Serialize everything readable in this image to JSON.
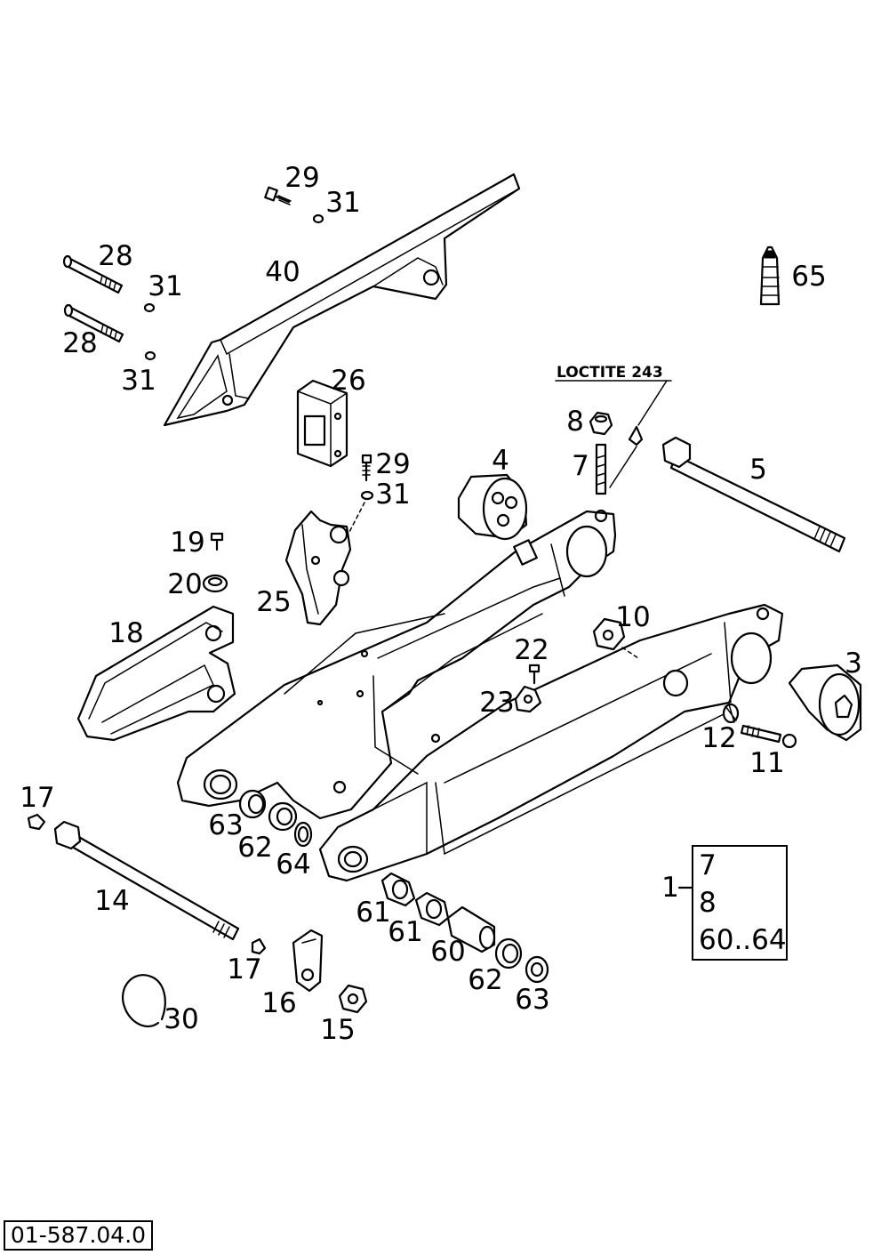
{
  "drawing_code": "01-587.04.0",
  "note_loctite": "LOCTITE 243",
  "kit": {
    "number": "1",
    "contents": [
      "7",
      "8",
      "60..64"
    ]
  },
  "labels": {
    "p29a": "29",
    "p31a": "31",
    "p40": "40",
    "p28a": "28",
    "p31b": "31",
    "p28b": "28",
    "p31c": "31",
    "p65": "65",
    "p26": "26",
    "p8": "8",
    "p7": "7",
    "p5": "5",
    "p4": "4",
    "p29b": "29",
    "p31d": "31",
    "p19": "19",
    "p20": "20",
    "p25": "25",
    "p18": "18",
    "p10": "10",
    "p3": "3",
    "p22": "22",
    "p23": "23",
    "p12": "12",
    "p11": "11",
    "p17a": "17",
    "p63a": "63",
    "p62a": "62",
    "p64": "64",
    "p14": "14",
    "p61a": "61",
    "p61b": "61",
    "p60": "60",
    "p62b": "62",
    "p63b": "63",
    "p17b": "17",
    "p16": "16",
    "p15": "15",
    "p30": "30"
  }
}
